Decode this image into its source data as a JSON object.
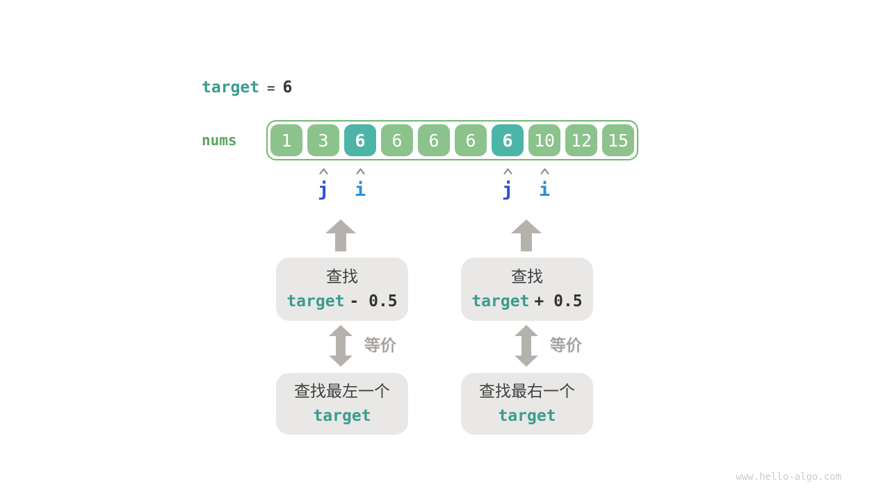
{
  "colors": {
    "teal": "#3a9c8f",
    "green_label": "#5ca45c",
    "cell_green": "#8cc28c",
    "cell_teal": "#4db5a8",
    "array_border": "#6fb96f",
    "arrow_gray": "#b5b2ae",
    "equiv_gray": "#a6a3a0",
    "box_gray": "#e9e8e6",
    "blue_j": "#2b4fd3",
    "blue_i": "#2e8fd6",
    "caret_gray": "#8c8c8c",
    "watermark_gray": "#cbcbcb"
  },
  "header": {
    "var": "target",
    "equals": "=",
    "value": "6"
  },
  "array": {
    "label": "nums",
    "cells": [
      {
        "value": "1",
        "highlight": false
      },
      {
        "value": "3",
        "highlight": false
      },
      {
        "value": "6",
        "highlight": true
      },
      {
        "value": "6",
        "highlight": false
      },
      {
        "value": "6",
        "highlight": false
      },
      {
        "value": "6",
        "highlight": false
      },
      {
        "value": "6",
        "highlight": true
      },
      {
        "value": "10",
        "highlight": false
      },
      {
        "value": "12",
        "highlight": false
      },
      {
        "value": "15",
        "highlight": false
      }
    ]
  },
  "pointers": [
    {
      "letter": "j"
    },
    {
      "letter": "i"
    },
    {
      "letter": "j"
    },
    {
      "letter": "i"
    }
  ],
  "flow": {
    "left": {
      "search_line": "查找",
      "expr_var": "target",
      "expr_op": "- 0.5",
      "equiv_label": "等价",
      "bottom_line": "查找最左一个",
      "bottom_var": "target"
    },
    "right": {
      "search_line": "查找",
      "expr_var": "target",
      "expr_op": "+ 0.5",
      "equiv_label": "等价",
      "bottom_line": "查找最右一个",
      "bottom_var": "target"
    }
  },
  "watermark": "www.hello-algo.com"
}
